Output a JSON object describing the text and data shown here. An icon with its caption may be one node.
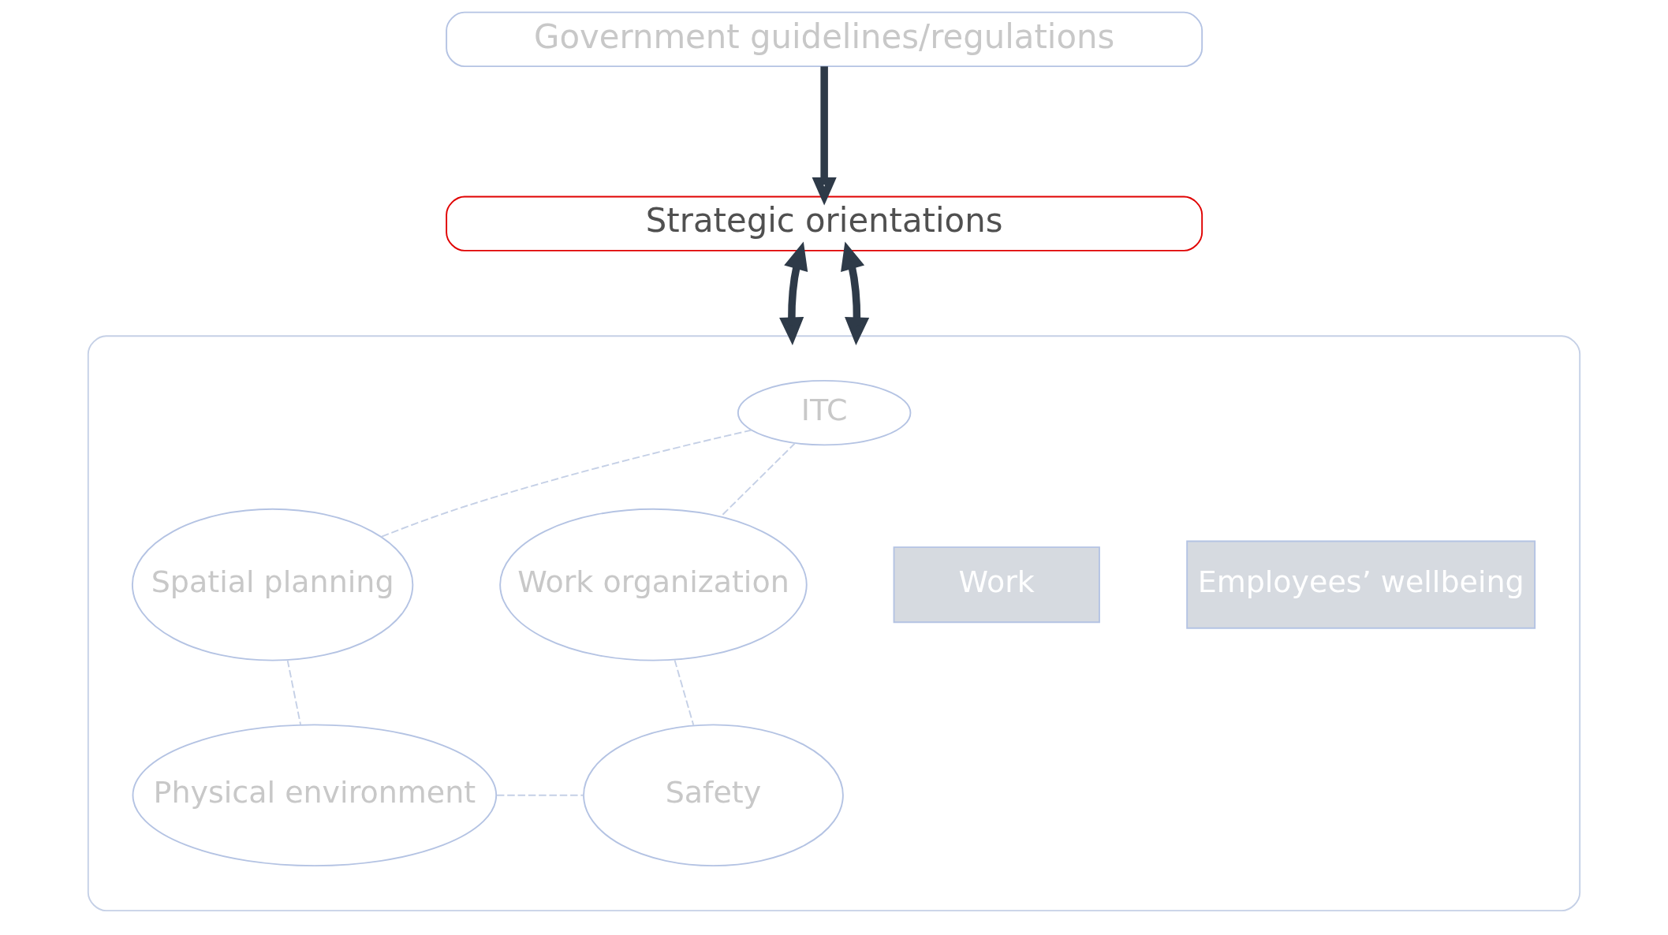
{
  "diagram": {
    "nodes": [
      {
        "text": [
          "Government guidelines/regulations"
        ]
      },
      {
        "text": [
          "Strategic orientations"
        ]
      },
      {
        "text": [],
        "shape": "box"
      },
      {
        "text": [
          "ITC"
        ],
        "in": 2
      },
      {
        "text": [
          "Spatial planning"
        ],
        "in": 2
      },
      {
        "text": [
          "Work organization"
        ],
        "in": 2
      },
      {
        "text": [
          "Work"
        ],
        "in": 2
      },
      {
        "text": [
          "Employees’ wellbeing"
        ],
        "in": 2
      },
      {
        "text": [
          "Physical environment"
        ],
        "in": 2
      },
      {
        "text": [
          "Safety"
        ],
        "in": 2
      }
    ],
    "edges": [
      {
        "from": 0,
        "to": 1,
        "arrow": "to",
        "style": "thick",
        "color": "#2e3a48"
      },
      {
        "from": 1,
        "to": 2,
        "arrow": "both",
        "style": "thick",
        "color": "#2e3a48"
      },
      {
        "from": 1,
        "to": 2,
        "arrow": "both",
        "style": "thick",
        "color": "#2e3a48"
      },
      {
        "from": 3,
        "to": 4,
        "arrow": "none",
        "style": "dashed"
      },
      {
        "from": 3,
        "to": 5,
        "arrow": "none",
        "style": "dashed"
      },
      {
        "from": 4,
        "to": 8,
        "arrow": "none",
        "style": "dashed"
      },
      {
        "from": 5,
        "to": 9,
        "arrow": "none",
        "style": "dashed"
      },
      {
        "from": 8,
        "to": 9,
        "arrow": "none",
        "style": "dashed"
      }
    ]
  }
}
